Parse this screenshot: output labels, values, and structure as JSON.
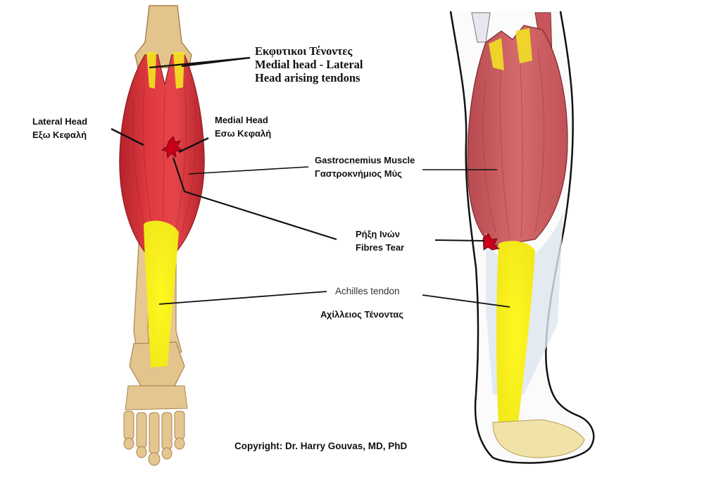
{
  "labels": {
    "tendons_origin": [
      "Εκφυτικοι Τένοντες",
      "Medial head - Lateral",
      "Head arising tendons"
    ],
    "lateral_head": [
      "Lateral Head",
      "Εξω Κεφαλή"
    ],
    "medial_head": [
      "Medial Head",
      "Εσω Κεφαλή"
    ],
    "gastrocnemius": [
      "Gastrocnemius Muscle",
      "Γαστροκνήμιος Μύς"
    ],
    "fibres_tear": [
      "Ρήξη Ινών",
      "Fibres Tear"
    ],
    "achilles": [
      "Achilles tendon",
      "Αχίλλειος Τένοντας"
    ],
    "copyright": "Copyright: Dr. Harry Gouvas, MD, PhD"
  },
  "colors": {
    "muscle": "#d8343a",
    "muscle_right": "#c9555a",
    "tendon": "#f4ef1a",
    "bone": "#e4c690",
    "tear": "#c8001a",
    "leader_line": "#111111"
  }
}
